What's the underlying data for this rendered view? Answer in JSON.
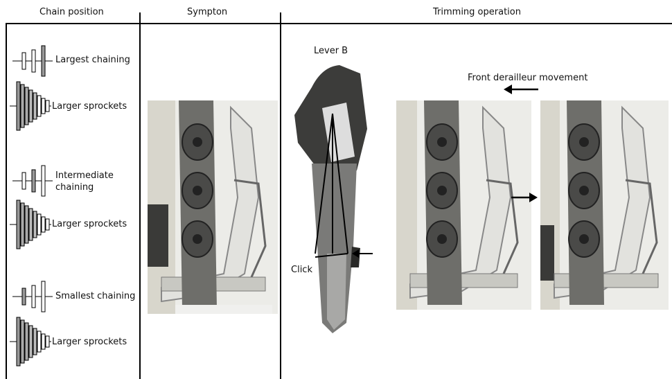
{
  "headers": {
    "chain_position": "Chain position",
    "sympton": "Sympton",
    "trimming_operation": "Trimming operation"
  },
  "chain_positions": [
    {
      "chainring": "Largest chaining",
      "sprockets": "Larger sprockets"
    },
    {
      "chainring": "Intermediate\nchaining",
      "sprockets": "Larger sprockets"
    },
    {
      "chainring": "Smallest chaining",
      "sprockets": "Larger sprockets"
    }
  ],
  "trimming": {
    "lever_label": "Lever B",
    "click_label": "Click",
    "movement_label": "Front derailleur movement"
  }
}
